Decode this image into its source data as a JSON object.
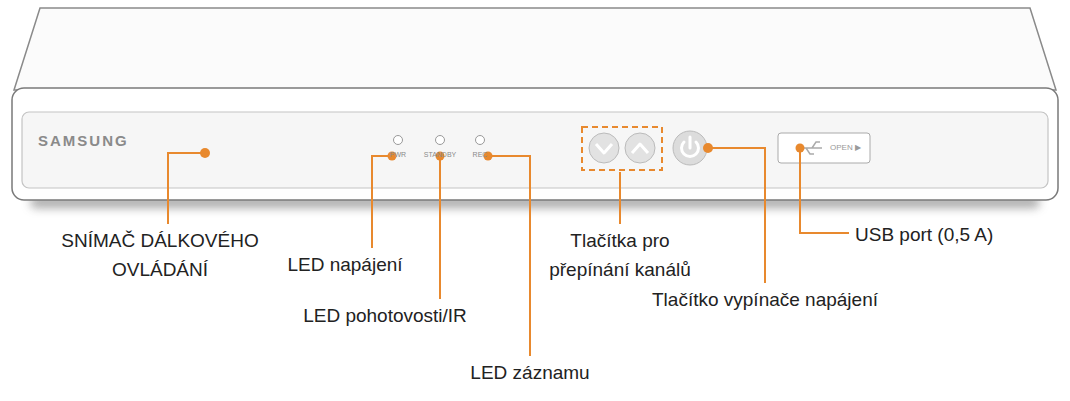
{
  "diagram": {
    "labels": [
      "SAMSUNG",
      "PWR",
      "STANDBY",
      "REC",
      "OPEN ▶",
      "SNÍMAČ DÁLKOVÉHO OVLÁDÁNÍ",
      "LED napájení",
      "LED pohotovosti/IR",
      "LED záznamu",
      "Tlačítka pro přepínání kanálů",
      "Tlačítko vypínače napájení",
      "USB port (0,5 A)"
    ]
  }
}
